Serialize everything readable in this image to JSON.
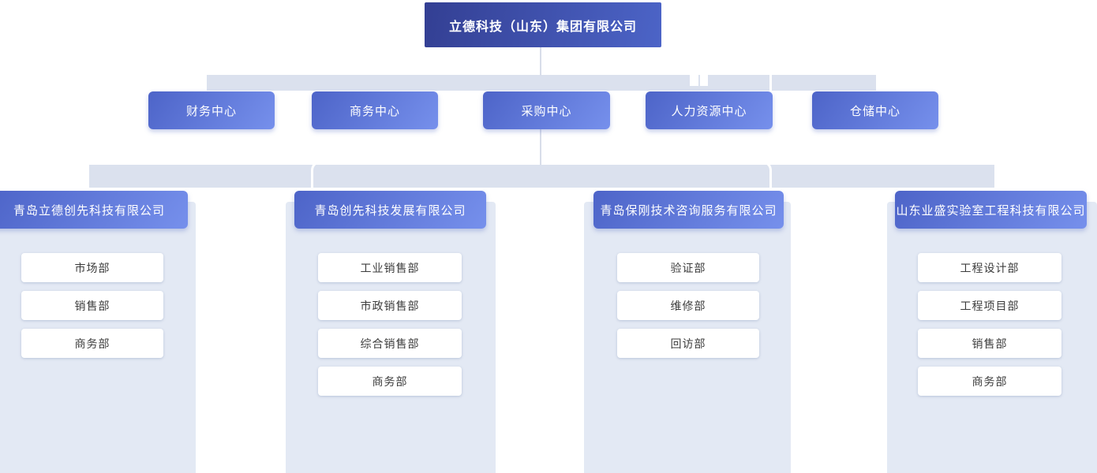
{
  "org": {
    "root": {
      "label": "立德科技（山东）集团有限公司"
    },
    "centers": [
      {
        "label": "财务中心"
      },
      {
        "label": "商务中心"
      },
      {
        "label": "采购中心"
      },
      {
        "label": "人力资源中心"
      },
      {
        "label": "仓储中心"
      }
    ],
    "subsidiaries": [
      {
        "label": "青岛立德创先科技有限公司",
        "departments": [
          "市场部",
          "销售部",
          "商务部"
        ]
      },
      {
        "label": "青岛创先科技发展有限公司",
        "departments": [
          "工业销售部",
          "市政销售部",
          "综合销售部",
          "商务部"
        ]
      },
      {
        "label": "青岛保刚技术咨询服务有限公司",
        "departments": [
          "验证部",
          "维修部",
          "回访部"
        ]
      },
      {
        "label": "山东业盛实验室工程科技有限公司",
        "departments": [
          "工程设计部",
          "工程项目部",
          "销售部",
          "商务部"
        ]
      }
    ]
  },
  "colors": {
    "root_gradient_start": "#333f93",
    "root_gradient_end": "#4c64c7",
    "node_gradient_start": "#4d64c8",
    "node_gradient_end": "#7690ec",
    "connector_bar": "#dbe1ee",
    "column_background": "#e3e9f4",
    "department_box": "#ffffff",
    "department_text": "#3c3c3c",
    "node_text": "#ffffff"
  }
}
